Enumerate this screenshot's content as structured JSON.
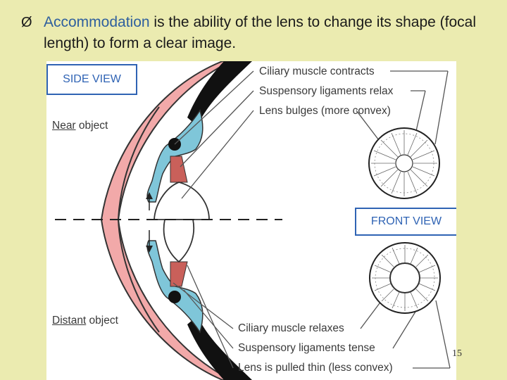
{
  "bullet": {
    "symbol": "Ø",
    "term": "Accommodation",
    "rest": " is the ability of the lens to change its shape (focal length) to form a clear image."
  },
  "figure": {
    "side_view": "SIDE VIEW",
    "front_view": "FRONT VIEW",
    "near_object_underlined": "Near",
    "near_object_rest": " object",
    "distant_object_underlined": "Distant",
    "distant_object_rest": " object",
    "near_labels": [
      "Ciliary muscle contracts",
      "Suspensory ligaments relax",
      "Lens bulges (more convex)"
    ],
    "distant_labels": [
      "Ciliary muscle relaxes",
      "Suspensory ligaments tense",
      "Lens is pulled thin (less convex)"
    ]
  },
  "slide_number": "15",
  "colors": {
    "background": "#ebebb0",
    "accent_blue": "#2f63b4",
    "sclera_pink": "#f2a9a9",
    "ciliary_blue": "#7fc6d9",
    "ligament_red": "#c9605a"
  }
}
